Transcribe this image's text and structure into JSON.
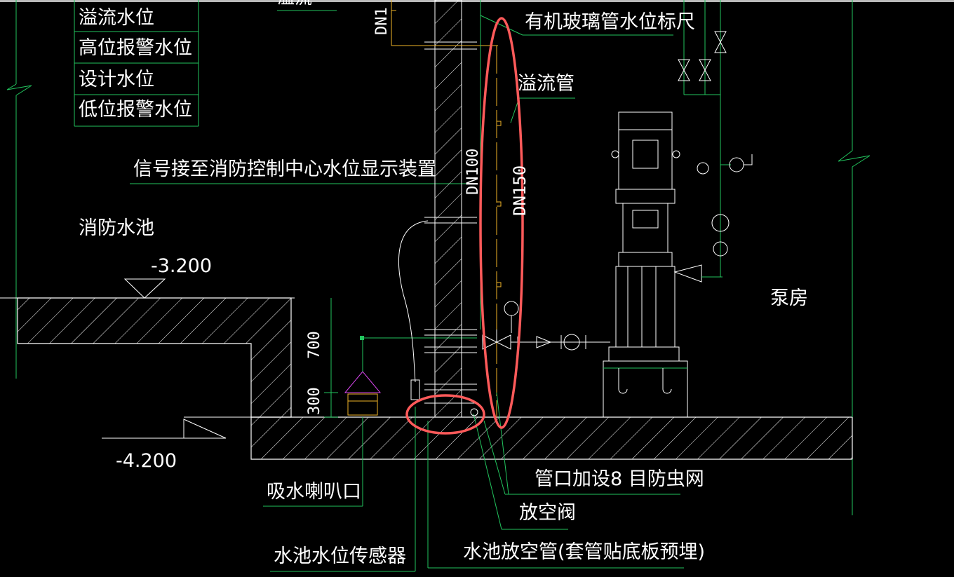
{
  "drawing": {
    "legend": {
      "items": [
        "溢流水位",
        "高位报警水位",
        "设计水位",
        "低位报警水位"
      ],
      "top_partial": "溢流"
    },
    "annotations": {
      "signal_note": "信号接至消防控制中心水位显示装置",
      "pool_label": "消防水池",
      "pump_room_label": "泵房",
      "level_top": "-3.200",
      "level_bottom": "-4.200",
      "dim_700": "700",
      "dim_300": "300",
      "pipe_dn150": "DN150",
      "pipe_dn100": "DN100",
      "pipe_top_dn": "DN1",
      "glass_gauge": "有机玻璃管水位标尺",
      "overflow_pipe": "溢流管",
      "insect_screen": "管口加设8 目防虫网",
      "vent_valve": "放空阀",
      "suction_bell": "吸水喇叭口",
      "level_sensor": "水池水位传感器",
      "drain_pipe": "水池放空管(套管贴底板预埋)"
    },
    "colors": {
      "background": "#000000",
      "lines": "#ffffff",
      "leaders": "#22c55e",
      "pipe": "#f0b429",
      "highlight": "#ff5a5a",
      "accent_magenta": "#d946ef"
    }
  }
}
